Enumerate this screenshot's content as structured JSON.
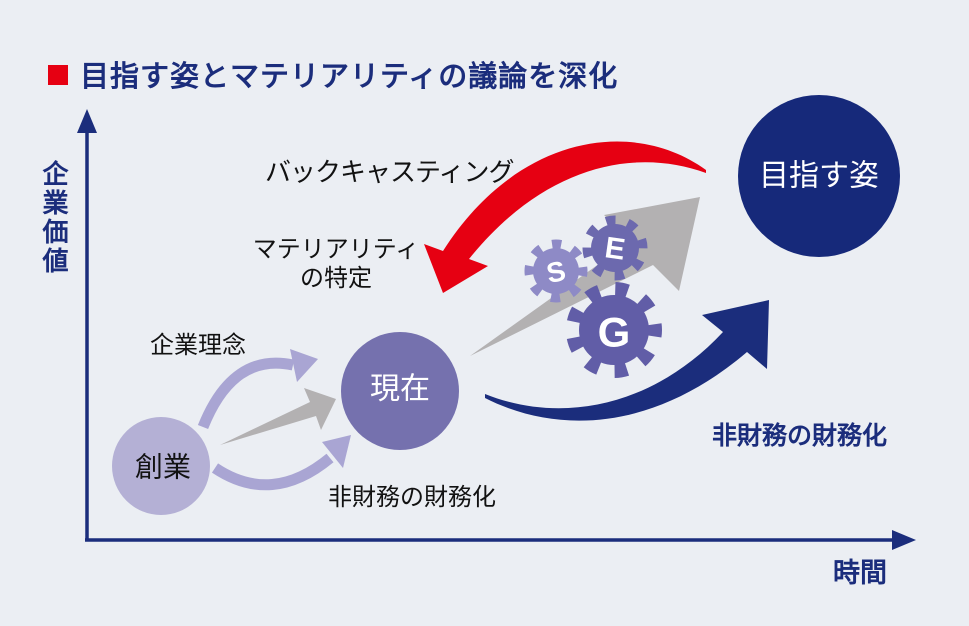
{
  "title": {
    "text": "目指す姿とマテリアリティの議論を深化"
  },
  "axes": {
    "y_label": "企業価値",
    "x_label": "時間"
  },
  "nodes": {
    "founding": "創業",
    "present": "現在",
    "target": "目指す姿"
  },
  "annotations": {
    "corporate_philosophy": "企業理念",
    "backcasting": "バックキャスティング",
    "materiality_line1": "マテリアリティ",
    "materiality_line2": "の特定",
    "nonfinancial_lower": "非財務の財務化",
    "nonfinancial_right": "非財務の財務化"
  },
  "gears": {
    "s": "S",
    "e": "E",
    "g": "G"
  },
  "colors": {
    "background": "#ebeef3",
    "navy": "#1b2d7c",
    "red": "#e60012",
    "circle_founding": "#b4b0d5",
    "circle_present": "#7571ae",
    "circle_target": "#16297a",
    "gear_s": "#8e8ac6",
    "gear_e": "#6c69ae",
    "gear_g": "#615da7",
    "arrow_gray": "#b3b1b2",
    "arrow_light_purple": "#a9a5d3"
  }
}
